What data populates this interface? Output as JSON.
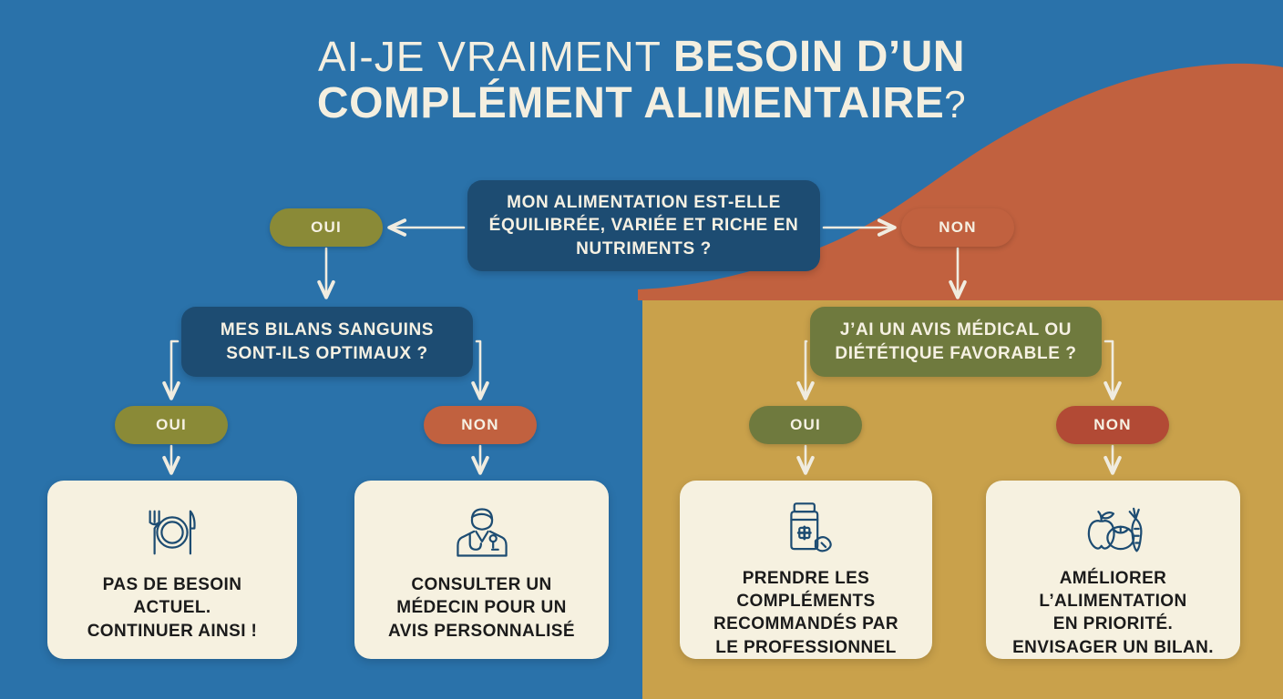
{
  "palette": {
    "blue": "#2a72aa",
    "gold": "#c9a14b",
    "salmon": "#c1613f",
    "navy": "#1d4c72",
    "olive_pill": "#8a8a37",
    "olive_box": "#6f7a3e",
    "terracotta": "#c1613f",
    "brick": "#b24a35",
    "cream": "#f6f1e0",
    "ink": "#1b1b1b",
    "connector": "#f0ece0"
  },
  "title": {
    "line1_light": "AI-JE VRAIMENT ",
    "line1_bold": "BESOIN D’UN",
    "line2_bold": "COMPLÉMENT ALIMENTAIRE",
    "line2_mark": "?"
  },
  "flow": {
    "root_question": "MON ALIMENTATION EST-ELLE ÉQUILIBRÉE, VARIÉE ET RICHE EN NUTRIMENTS ?",
    "root_yes": "OUI",
    "root_no": "NON",
    "left_question": "MES BILANS SANGUINS SONT-ILS OPTIMAUX ?",
    "left_yes": "OUI",
    "left_no": "NON",
    "right_question": "J’AI UN AVIS MÉDICAL OU DIÉTÉTIQUE FAVORABLE ?",
    "right_yes": "OUI",
    "right_no": "NON"
  },
  "cards": [
    {
      "icon": "plate-fork-knife-icon",
      "text": "PAS DE BESOIN\nACTUEL.\nCONTINUER AINSI !"
    },
    {
      "icon": "doctor-stethoscope-icon",
      "text": "CONSULTER UN\nMÉDECIN POUR UN\nAVIS PERSONNALISÉ"
    },
    {
      "icon": "supplement-bottle-icon",
      "text": "PRENDRE LES\nCOMPLÉMENTS\nRECOMMANDÉS PAR\nLE PROFESSIONNEL"
    },
    {
      "icon": "fruits-vegetables-icon",
      "text": "AMÉLIORER\nL’ALIMENTATION\nEN PRIORITÉ.\nENVISAGER UN BILAN."
    }
  ]
}
